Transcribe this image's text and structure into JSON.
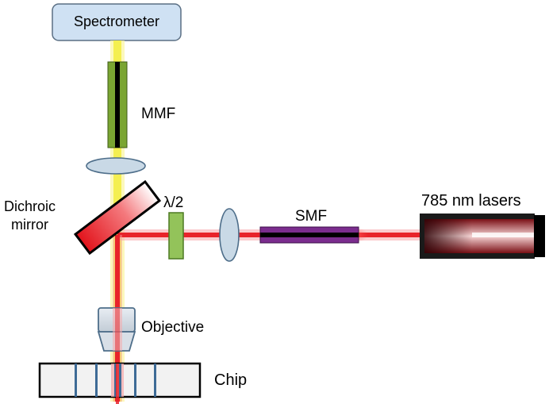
{
  "labels": {
    "spectrometer": "Spectrometer",
    "mmf": "MMF",
    "dichroic_line1": "Dichroic",
    "dichroic_line2": "mirror",
    "half_wave": "λ/2",
    "smf": "SMF",
    "lasers": "785 nm lasers",
    "objective": "Objective",
    "chip": "Chip"
  },
  "colors": {
    "laser_beam": "#e8232a",
    "signal_beam": "#f4ef50",
    "fiber_mmf": "#7aa532",
    "fiber_smf": "#7b2d8e",
    "waveplate": "#93c35a",
    "lens_fill": "#c9d9e6",
    "lens_stroke": "#4e6e8a",
    "spectrometer_fill": "#cfe1f3",
    "chip_fill": "#f2f2f2",
    "chip_waveguide": "#3e6b96",
    "laser_body": "#1a1a1a"
  },
  "icons": {
    "spectrometer": "spectrometer-box-icon",
    "mmf": "multimode-fiber-icon",
    "lens": "lens-icon",
    "dichroic": "dichroic-mirror-icon",
    "waveplate": "half-wave-plate-icon",
    "smf": "single-mode-fiber-icon",
    "laser": "laser-source-icon",
    "objective": "objective-lens-icon",
    "chip": "photonic-chip-icon"
  }
}
